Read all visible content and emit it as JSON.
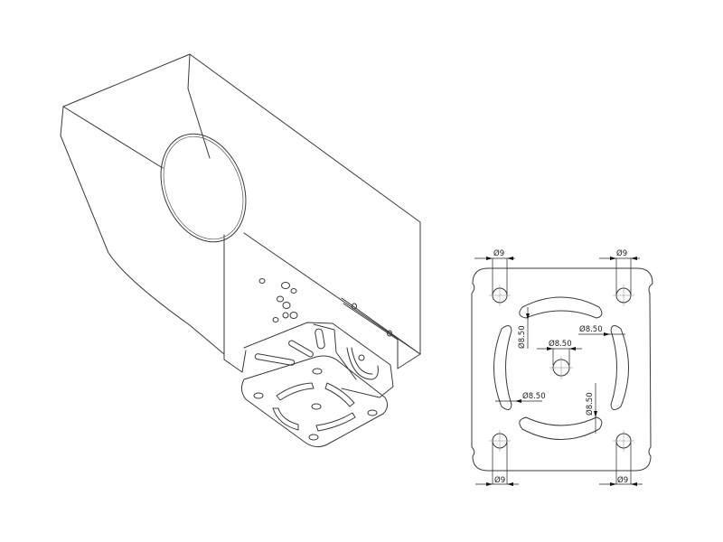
{
  "drawing": {
    "isometric_view": {
      "subject": "camera-housing-with-mounting-bracket",
      "features": [
        "housing-shell",
        "front-window-opening",
        "side-screw-holes",
        "l-bracket",
        "rotation-slot",
        "mount-plate"
      ]
    },
    "plate_view": {
      "subject": "mounting-plate-top-view",
      "dimensions": {
        "top_left_hole": "Ø9",
        "top_right_hole": "Ø9",
        "bottom_left_hole": "Ø9",
        "bottom_right_hole": "Ø9",
        "center_hole": "Ø8.50",
        "slot_top_width": "Ø8.50",
        "slot_right_width": "Ø8.50",
        "slot_left_width": "Ø8.50",
        "slot_bottom_width": "Ø8.50"
      }
    }
  }
}
